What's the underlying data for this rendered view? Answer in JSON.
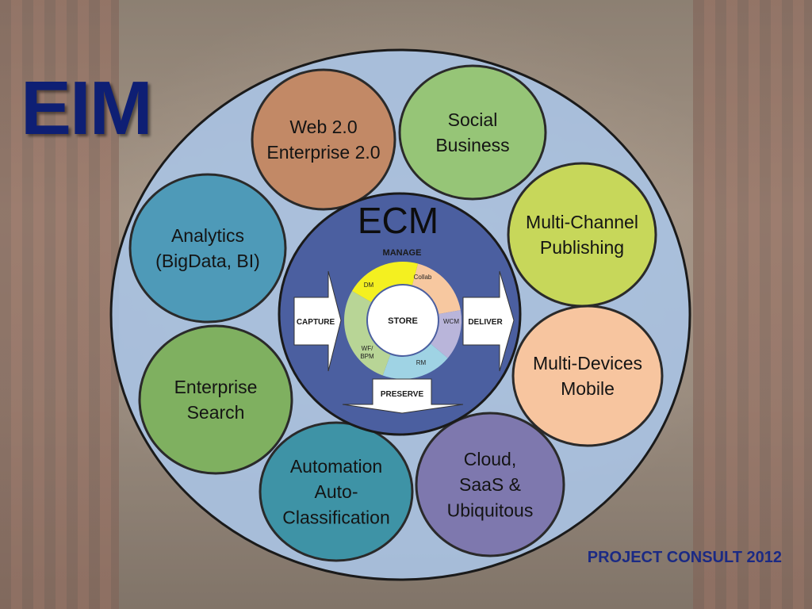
{
  "title": "EIM",
  "footer": "PROJECT CONSULT 2012",
  "colors": {
    "title": "#0e1f74",
    "outer_ring": "#a9c2e2",
    "inner_ring": "#4b5fa0"
  },
  "outer_bubbles": [
    {
      "id": "web",
      "lines": [
        "Web 2.0",
        "Enterprise 2.0"
      ],
      "color": "#c28966"
    },
    {
      "id": "social",
      "lines": [
        "Social",
        "Business"
      ],
      "color": "#96c577"
    },
    {
      "id": "multichannel",
      "lines": [
        "Multi-Channel",
        "Publishing"
      ],
      "color": "#c7d75a"
    },
    {
      "id": "multidevices",
      "lines": [
        "Multi-Devices",
        "Mobile"
      ],
      "color": "#f7c59f"
    },
    {
      "id": "cloud",
      "lines": [
        "Cloud,",
        "SaaS &",
        "Ubiquitous"
      ],
      "color": "#7e78ae"
    },
    {
      "id": "automation",
      "lines": [
        "Automation",
        "Auto-",
        "Classification"
      ],
      "color": "#3e93a6"
    },
    {
      "id": "search",
      "lines": [
        "Enterprise",
        "Search"
      ],
      "color": "#7fb060"
    },
    {
      "id": "analytics",
      "lines": [
        "Analytics",
        "(BigData, BI)"
      ],
      "color": "#4e9ab8"
    }
  ],
  "ecm": {
    "title": "ECM",
    "manage": "MANAGE",
    "capture": "CAPTURE",
    "deliver": "DELIVER",
    "preserve": "PRESERVE",
    "store": "STORE",
    "segments": [
      {
        "label": "DM",
        "color": "#f4f020"
      },
      {
        "label": "Collab",
        "color": "#f7c8a0"
      },
      {
        "label": "WCM",
        "color": "#b9b5da"
      },
      {
        "label": "RM",
        "color": "#9fd3e4"
      },
      {
        "label": "WF/\nBPM",
        "color": "#b8d596"
      }
    ]
  }
}
